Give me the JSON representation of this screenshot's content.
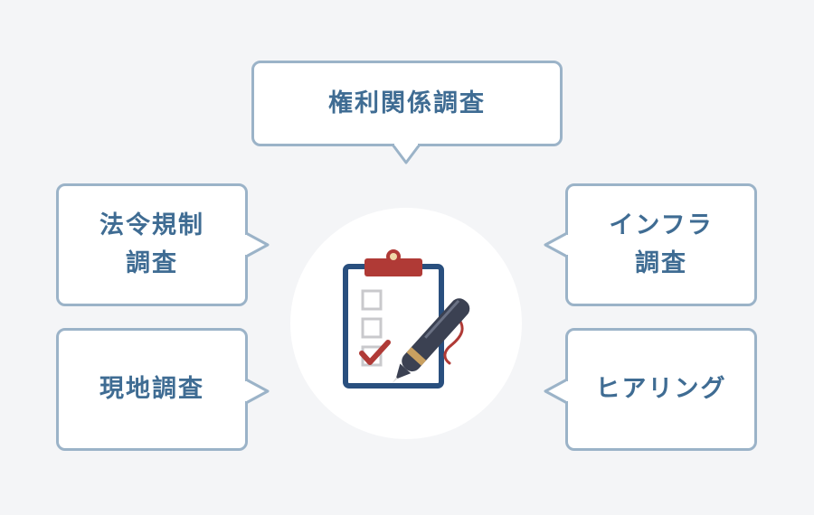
{
  "bubbles": {
    "top": "権利関係調査",
    "top_left": "法令規制\n調査",
    "bottom_left": "現地調査",
    "top_right": "インフラ\n調査",
    "bottom_right": "ヒアリング"
  },
  "illustration": {
    "icon": "clipboard-checklist-with-pen",
    "colors": {
      "clipboard_border": "#294f7e",
      "clip": "#b03a36",
      "check": "#b03a36",
      "pen": "#3b4152",
      "bubble_border": "#9bb3c8",
      "text": "#3f6c93"
    }
  }
}
